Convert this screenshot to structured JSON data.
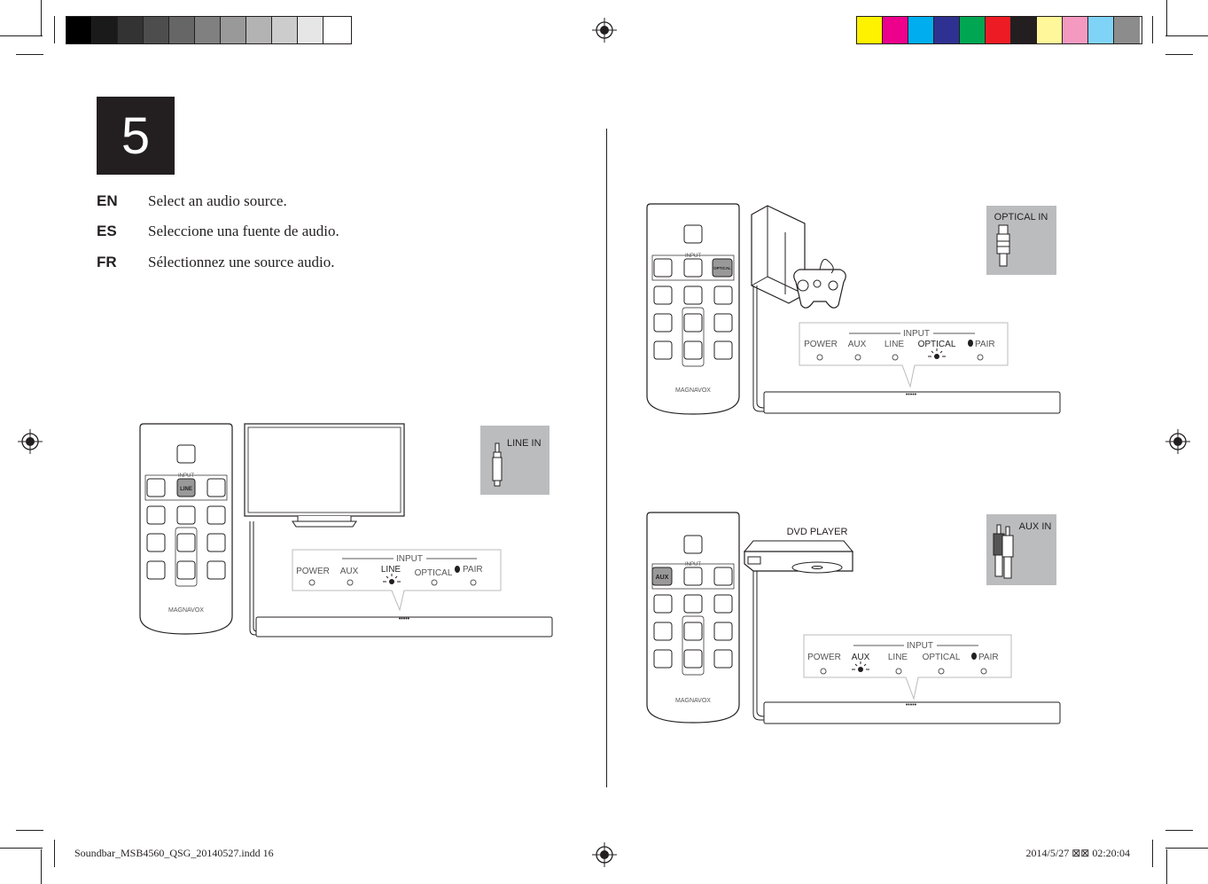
{
  "step_number": "5",
  "instructions": [
    {
      "lang": "EN",
      "text": "Select an audio source."
    },
    {
      "lang": "ES",
      "text": "Seleccione una fuente de audio."
    },
    {
      "lang": "FR",
      "text": "Sélectionnez une source audio."
    }
  ],
  "colors": {
    "grayscale_swatches": [
      "#000000",
      "#1a1a1a",
      "#333333",
      "#4d4d4d",
      "#666666",
      "#808080",
      "#999999",
      "#b3b3b3",
      "#cccccc",
      "#e6e6e6",
      "#ffffff"
    ],
    "color_swatches": [
      "#fff200",
      "#ec008c",
      "#00aeef",
      "#2e3192",
      "#00a651",
      "#ed1c24",
      "#231f20",
      "#fff799",
      "#f49ac1",
      "#7fd3f7",
      "#8c8c8c"
    ]
  },
  "remote": {
    "brand": "MAGNAVOX",
    "input_label": "INPUT"
  },
  "panel": {
    "title": "INPUT",
    "power": "POWER",
    "aux": "AUX",
    "line": "LINE",
    "optical": "OPTICAL",
    "pair": "PAIR"
  },
  "diagrams": {
    "line": {
      "remote_button": "LINE",
      "connector_label": "LINE IN"
    },
    "optical": {
      "remote_button": "OPTICAL",
      "connector_label": "OPTICAL IN"
    },
    "aux": {
      "remote_button": "AUX",
      "connector_label": "AUX IN",
      "device_label": "DVD PLAYER"
    }
  },
  "footer": {
    "left": "Soundbar_MSB4560_QSG_20140527.indd   16",
    "right": "2014/5/27   ⊠⊠ 02:20:04"
  }
}
